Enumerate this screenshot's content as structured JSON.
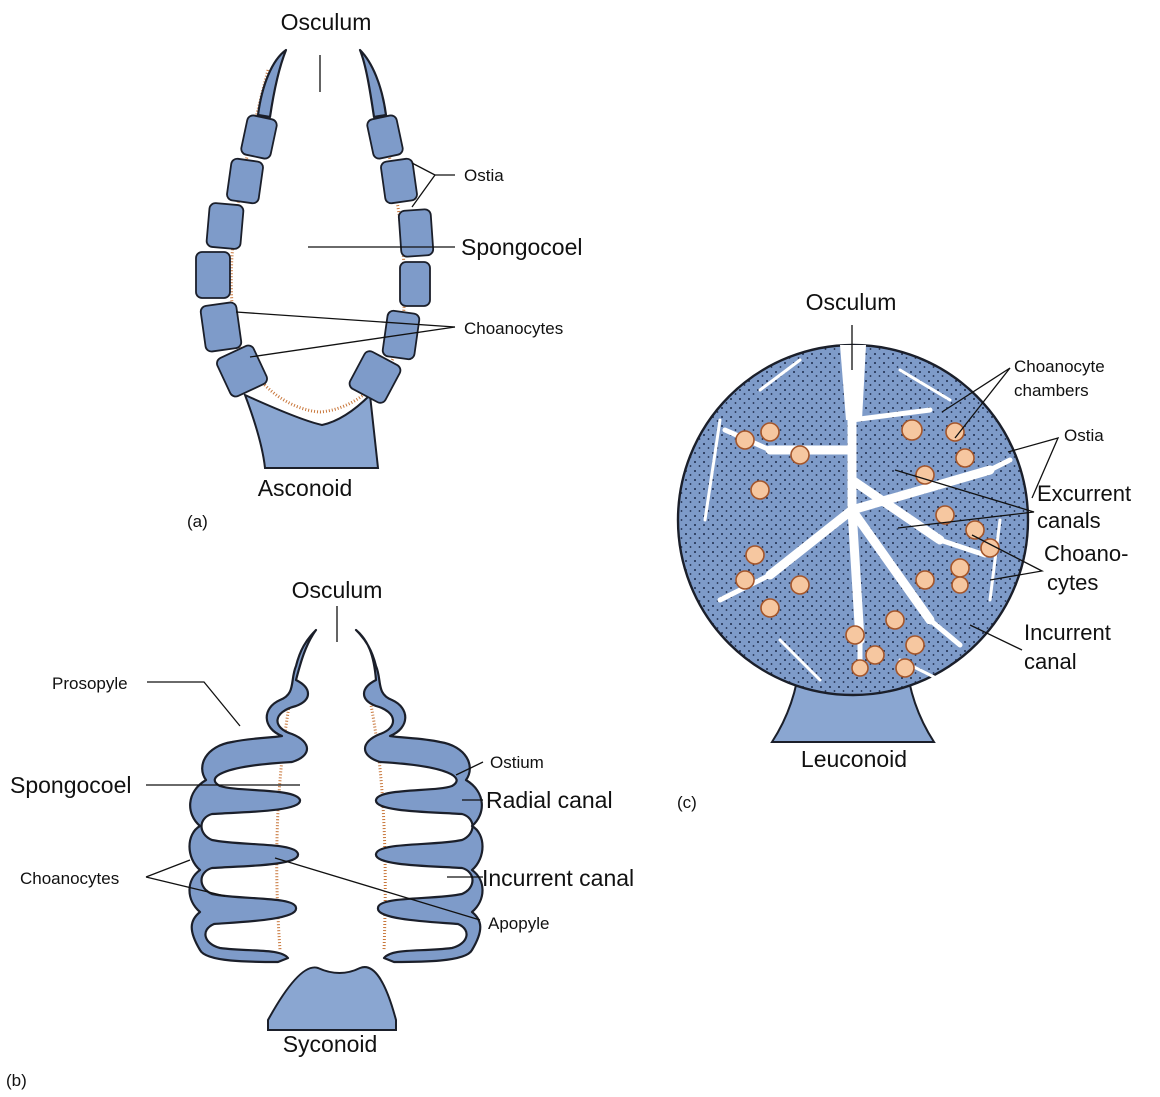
{
  "panel_a": {
    "title": "Osculum",
    "labels": {
      "ostia": "Ostia",
      "spongocoel": "Spongocoel",
      "choanocytes": "Choanocytes"
    },
    "name": "Asconoid",
    "letter": "(a)"
  },
  "panel_b": {
    "title": "Osculum",
    "labels": {
      "prosopyle": "Prosopyle",
      "spongocoel": "Spongocoel",
      "choanocytes": "Choanocytes",
      "ostium": "Ostium",
      "radial_canal": "Radial canal",
      "incurrent_canal": "Incurrent canal",
      "apopyle": "Apopyle"
    },
    "name": "Syconoid",
    "letter": "(b)"
  },
  "panel_c": {
    "title": "Osculum",
    "labels": {
      "chambers_line1": "Choanocyte",
      "chambers_line2": "chambers",
      "ostia": "Ostia",
      "excurrent_line1": "Excurrent",
      "excurrent_line2": "canals",
      "choano_line1": "Choano-",
      "choano_line2": "cytes",
      "incurrent_line1": "Incurrent",
      "incurrent_line2": "canal"
    },
    "name": "Leuconoid",
    "letter": "(c)"
  },
  "colors": {
    "tissue": "#7e9bc9",
    "collar_cells": "#c8763a",
    "chambers": "#f6c7a0",
    "outline": "#1b1f2a"
  }
}
